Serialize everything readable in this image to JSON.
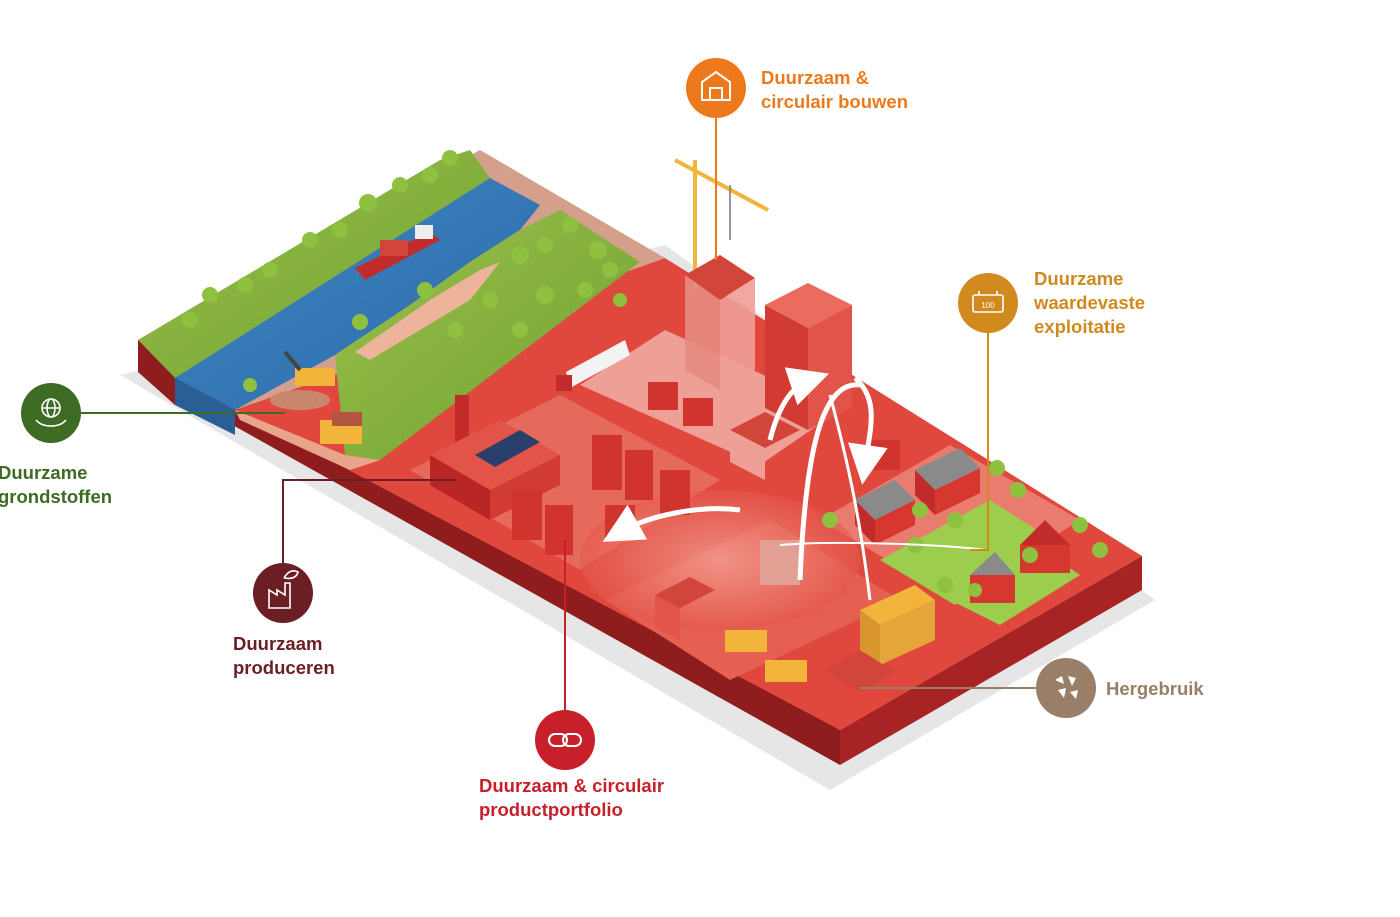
{
  "colors": {
    "grondstoffen": "#3d6b23",
    "produceren": "#6b1f24",
    "portfolio": "#c8202b",
    "bouwen": "#ec7a1c",
    "exploitatie": "#d08a1e",
    "hergebruik": "#9a7f68"
  },
  "nodes": [
    {
      "id": "grondstoffen",
      "icon": "globe-hands-icon",
      "lines": [
        "Duurzame",
        "grondstoffen"
      ]
    },
    {
      "id": "produceren",
      "icon": "factory-leaf-icon",
      "lines": [
        "Duurzaam",
        "produceren"
      ]
    },
    {
      "id": "portfolio",
      "icon": "circular-chain-icon",
      "lines": [
        "Duurzaam & circulair",
        "productportfolio"
      ]
    },
    {
      "id": "bouwen",
      "icon": "house-outline-icon",
      "lines": [
        "Duurzaam &",
        "circulair bouwen"
      ]
    },
    {
      "id": "exploitatie",
      "icon": "battery-100-icon",
      "lines": [
        "Duurzame",
        "waardevaste",
        "exploitatie"
      ]
    },
    {
      "id": "hergebruik",
      "icon": "rubble-icon",
      "lines": [
        "Hergebruik"
      ]
    }
  ]
}
